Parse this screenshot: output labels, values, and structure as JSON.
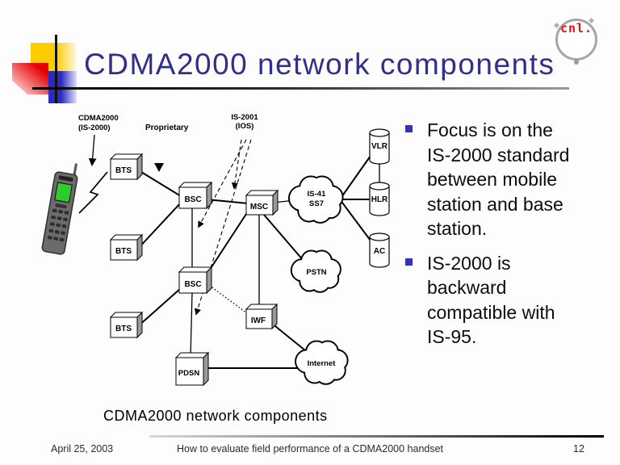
{
  "slide": {
    "title": "CDMA2000 network components",
    "logo_text": "cnl.",
    "bullets": [
      {
        "text": "Focus is on the\nIS-2000 standard\nbetween mobile\nstation and base\nstation."
      },
      {
        "text": "IS-2000 is\nbackward\ncompatible with\nIS-95."
      }
    ],
    "caption": "CDMA2000 network components",
    "footer": {
      "date": "April 25, 2003",
      "title": "How to evaluate field performance of a CDMA2000 handset",
      "page": "12"
    }
  },
  "diagram": {
    "labels": {
      "air1": "CDMA2000",
      "air2": "(IS-2000)",
      "proprietary": "Proprietary",
      "ios1": "IS-2001",
      "ios2": "(IOS)",
      "bts": "BTS",
      "bsc": "BSC",
      "msc": "MSC",
      "iwf": "IWF",
      "pdsn": "PDSN",
      "vlr": "VLR",
      "hlr": "HLR",
      "ac": "AC",
      "is41a": "IS-41",
      "is41b": "SS7",
      "pstn": "PSTN",
      "internet": "Internet"
    }
  },
  "colors": {
    "title": "#30308c",
    "bullet_marker": "#3333b8",
    "logo_red": "#e81010",
    "decor_yellow": "#ffcc00",
    "decor_blue": "#2b2bc4",
    "decor_red": "#e60000"
  }
}
